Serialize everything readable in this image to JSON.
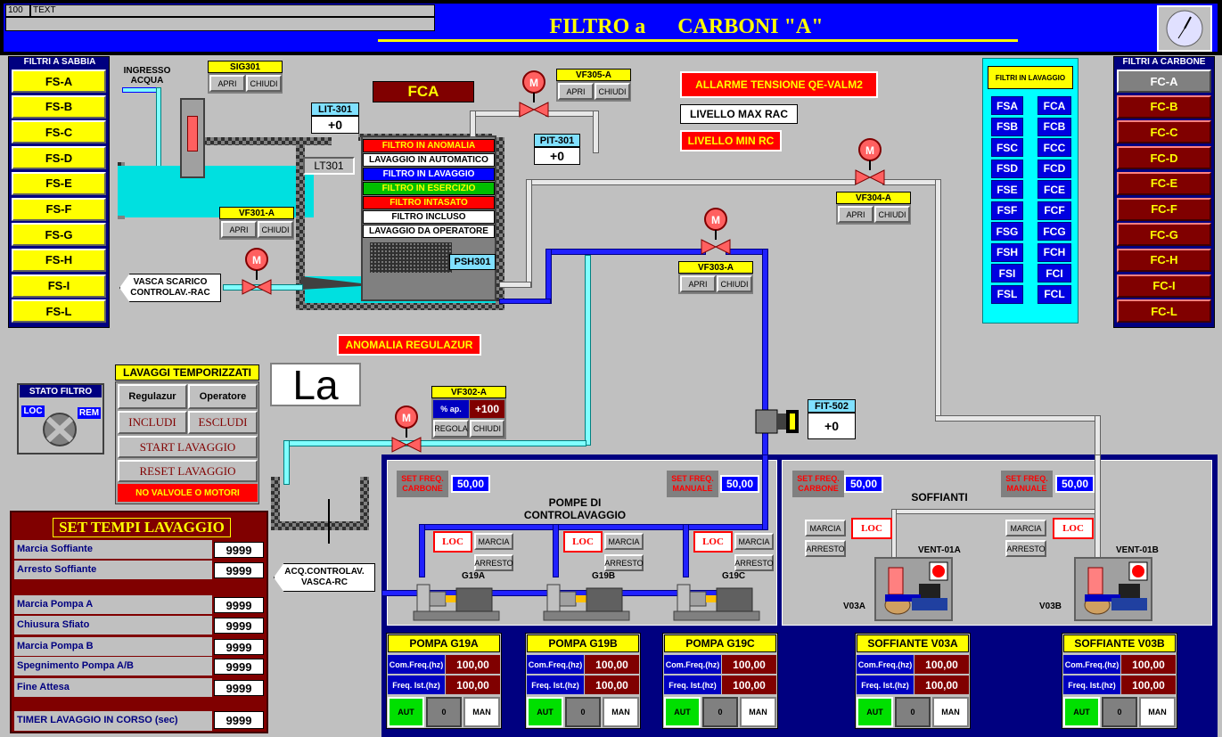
{
  "topbar": {
    "num": "100",
    "text": "TEXT"
  },
  "title": "FILTRO a      CARBONI \"A\"",
  "sabbia": {
    "title": "FILTRI A SABBIA",
    "items": [
      "FS-A",
      "FS-B",
      "FS-C",
      "FS-D",
      "FS-E",
      "FS-F",
      "FS-G",
      "FS-H",
      "FS-I",
      "FS-L"
    ]
  },
  "carbone": {
    "title": "FILTRI A CARBONE",
    "items": [
      "FC-A",
      "FC-B",
      "FC-C",
      "FC-D",
      "FC-E",
      "FC-F",
      "FC-G",
      "FC-H",
      "FC-I",
      "FC-L"
    ]
  },
  "lavaggio": {
    "title": "FILTRI IN LAVAGGIO",
    "left": [
      "FSA",
      "FSB",
      "FSC",
      "FSD",
      "FSE",
      "FSF",
      "FSG",
      "FSH",
      "FSI",
      "FSL"
    ],
    "right": [
      "FCA",
      "FCB",
      "FCC",
      "FCD",
      "FCE",
      "FCF",
      "FCG",
      "FCH",
      "FCI",
      "FCL"
    ]
  },
  "ingresso": "INGRESSO\nACQUA",
  "sig301": {
    "tag": "SIG301",
    "apri": "APRI",
    "chiudi": "CHIUDI"
  },
  "vf301": {
    "tag": "VF301-A",
    "apri": "APRI",
    "chiudi": "CHIUDI"
  },
  "vf305": {
    "tag": "VF305-A",
    "apri": "APRI",
    "chiudi": "CHIUDI"
  },
  "vf304": {
    "tag": "VF304-A",
    "apri": "APRI",
    "chiudi": "CHIUDI"
  },
  "vf303": {
    "tag": "VF303-A",
    "apri": "APRI",
    "chiudi": "CHIUDI"
  },
  "vf302": {
    "tag": "VF302-A",
    "ap": "% ap.",
    "val": "+100",
    "regola": "REGOLA",
    "chiudi": "CHIUDI"
  },
  "fca": "FCA",
  "lit301": {
    "tag": "LIT-301",
    "val": "+0"
  },
  "pit301": {
    "tag": "PIT-301",
    "val": "+0"
  },
  "fit502": {
    "tag": "FIT-502",
    "val": "+0"
  },
  "lt301": "LT301",
  "psh301": "PSH301",
  "status": [
    "FILTRO IN ANOMALIA",
    "LAVAGGIO IN AUTOMATICO",
    "FILTRO IN LAVAGGIO",
    "FILTRO IN ESERCIZIO",
    "FILTRO INTASATO",
    "FILTRO INCLUSO",
    "LAVAGGIO DA OPERATORE"
  ],
  "alarms": {
    "tensione": "ALLARME TENSIONE QE-VALM2",
    "livmax": "LIVELLO MAX RAC",
    "livmin": "LIVELLO MIN RC",
    "regulazur": "ANOMALIA REGULAZUR"
  },
  "vasca": "VASCA SCARICO\nCONTROLAV.-RAC",
  "acq": "ACQ.CONTROLAV.\nVASCA-RC",
  "stato": {
    "title": "STATO FILTRO",
    "loc": "LOC",
    "rem": "REM"
  },
  "la": "La",
  "lt": {
    "title": "LAVAGGI TEMPORIZZATI",
    "regulazur": "Regulazur",
    "operatore": "Operatore",
    "includi": "INCLUDI",
    "escludi": "ESCLUDI",
    "start": "START LAVAGGIO",
    "reset": "RESET LAVAGGIO",
    "novalv": "NO VALVOLE O MOTORI"
  },
  "tempi": {
    "title": "SET TEMPI LAVAGGIO",
    "rows": [
      {
        "label": "Marcia Soffiante",
        "val": "9999"
      },
      {
        "label": "Arresto Soffiante",
        "val": "9999"
      },
      {
        "label": "Marcia Pompa A",
        "val": "9999"
      },
      {
        "label": "Chiusura Sfiato",
        "val": "9999"
      },
      {
        "label": "Marcia Pompa B",
        "val": "9999"
      },
      {
        "label": "Spegnimento Pompa A/B",
        "val": "9999"
      },
      {
        "label": "Fine Attesa",
        "val": "9999"
      }
    ],
    "timer": "TIMER LAVAGGIO IN CORSO  (sec)",
    "timerval": "9999"
  },
  "pompe": {
    "title": "POMPE DI\nCONTROLAVAGGIO",
    "setcarb": "SET FREQ.\nCARBONE",
    "setman": "SET FREQ.\nMANUALE",
    "v1": "50,00",
    "v2": "50,00",
    "loc": "LOC",
    "marcia": "MARCIA",
    "arresto": "ARRESTO",
    "g": [
      "G19A",
      "G19B",
      "G19C"
    ]
  },
  "soff": {
    "title": "SOFFIANTI",
    "setcarb": "SET FREQ.\nCARBONE",
    "setman": "SET FREQ.\nMANUALE",
    "v1": "50,00",
    "v2": "50,00",
    "loc": "LOC",
    "marcia": "MARCIA",
    "arresto": "ARRESTO",
    "vent": [
      "VENT-01A",
      "VENT-01B"
    ],
    "v": [
      "V03A",
      "V03B"
    ]
  },
  "panels": [
    {
      "title": "POMPA G19A",
      "cf": "Com.Freq.(hz)",
      "fi": "Freq. Ist.(hz)",
      "v1": "100,00",
      "v2": "100,00",
      "aut": "AUT",
      "z": "0",
      "man": "MAN"
    },
    {
      "title": "POMPA G19B",
      "cf": "Com.Freq.(hz)",
      "fi": "Freq. Ist.(hz)",
      "v1": "100,00",
      "v2": "100,00",
      "aut": "AUT",
      "z": "0",
      "man": "MAN"
    },
    {
      "title": "POMPA G19C",
      "cf": "Com.Freq.(hz)",
      "fi": "Freq. Ist.(hz)",
      "v1": "100,00",
      "v2": "100,00",
      "aut": "AUT",
      "z": "0",
      "man": "MAN"
    },
    {
      "title": "SOFFIANTE V03A",
      "cf": "Com.Freq.(hz)",
      "fi": "Freq. Ist.(hz)",
      "v1": "100,00",
      "v2": "100,00",
      "aut": "AUT",
      "z": "0",
      "man": "MAN"
    },
    {
      "title": "SOFFIANTE V03B",
      "cf": "Com.Freq.(hz)",
      "fi": "Freq. Ist.(hz)",
      "v1": "100,00",
      "v2": "100,00",
      "aut": "AUT",
      "z": "0",
      "man": "MAN"
    }
  ],
  "colors": {
    "accent": "#0000ff",
    "title": "#ffff00",
    "alarm": "#ff0000"
  }
}
